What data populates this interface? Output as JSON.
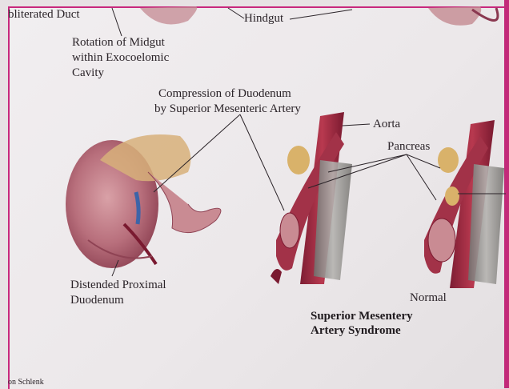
{
  "labels": {
    "obliterated_duct": "bliterated Duct",
    "hindgut": "Hindgut",
    "rotation_line1": "Rotation of Midgut",
    "rotation_line2": "within Exocoelomic",
    "rotation_line3": "Cavity",
    "compression_line1": "Compression of Duodenum",
    "compression_line2": "by Superior Mesenteric Artery",
    "aorta": "Aorta",
    "pancreas": "Pancreas",
    "distended_line1": "Distended Proximal",
    "distended_line2": "Duodenum",
    "normal": "Normal",
    "syndrome_line1": "Superior Mesentery",
    "syndrome_line2": "Artery Syndrome",
    "bottom_left": "on Schlenk"
  },
  "colors": {
    "frame_border": "#c8287d",
    "artery": "#9b2a3f",
    "tissue": "#b86f7c",
    "pancreas": "#d9b26a",
    "vertebra": "#8f8d8a"
  }
}
